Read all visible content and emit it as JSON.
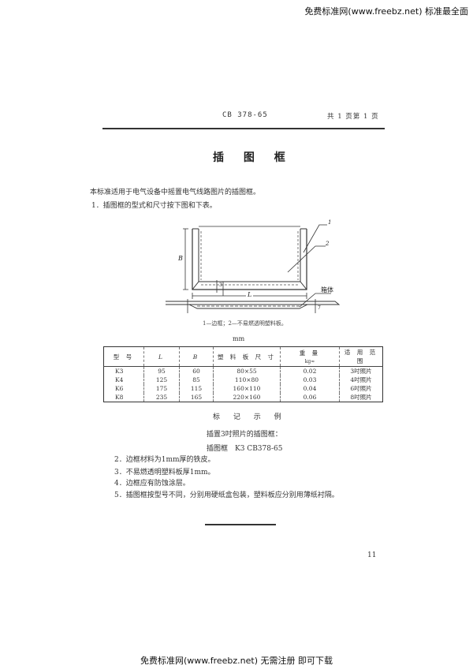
{
  "watermark": {
    "top": "免费标准网(www.freebz.net) 标准最全面",
    "bottom": "免费标准网(www.freebz.net) 无需注册 即可下载"
  },
  "header": {
    "standard_code": "CB 378-65",
    "page_info": "共 1 页第 1 页"
  },
  "title": "插 图 框",
  "intro": "本标准适用于电气设备中摇置电气线路图片的插图框。",
  "clauses": [
    "1．插图框的型式和尺寸按下图和下表。",
    "2．边框材料为1mm厚的铁皮。",
    "3．不易燃透明塑料板厚1mm。",
    "4．边框应有防蚀涂层。",
    "5．插图框按型号不同，分别用硬纸盒包装，塑料板应分别用薄纸衬隔。"
  ],
  "figure": {
    "labels": {
      "callout_1": "1",
      "callout_2": "2",
      "dim_L": "L",
      "dim_B": "B",
      "dim_3": "3",
      "dim_7": "7",
      "box_label": "箱体"
    },
    "caption": "1—边框；2—不易燃透明塑料板。"
  },
  "table": {
    "unit": "mm",
    "headers": [
      "型 号",
      "L",
      "B",
      "塑 料 板 尺 寸",
      "重 量",
      "适 用 范 围"
    ],
    "weight_unit": "kg≈",
    "rows": [
      {
        "model": "K3",
        "L": "95",
        "B": "60",
        "plate": "80×55",
        "weight": "0.02",
        "usage": "3吋照片"
      },
      {
        "model": "K4",
        "L": "125",
        "B": "85",
        "plate": "110×80",
        "weight": "0.03",
        "usage": "4吋照片"
      },
      {
        "model": "K6",
        "L": "175",
        "B": "115",
        "plate": "160×110",
        "weight": "0.04",
        "usage": "6吋照片"
      },
      {
        "model": "K8",
        "L": "235",
        "B": "165",
        "plate": "220×160",
        "weight": "0.06",
        "usage": "8吋照片"
      }
    ]
  },
  "marking_example": {
    "title": "标 记 示 例",
    "description": "插置3吋照片的插图框：",
    "code": "插图框　K3 CB378-65"
  },
  "page_number": "11"
}
